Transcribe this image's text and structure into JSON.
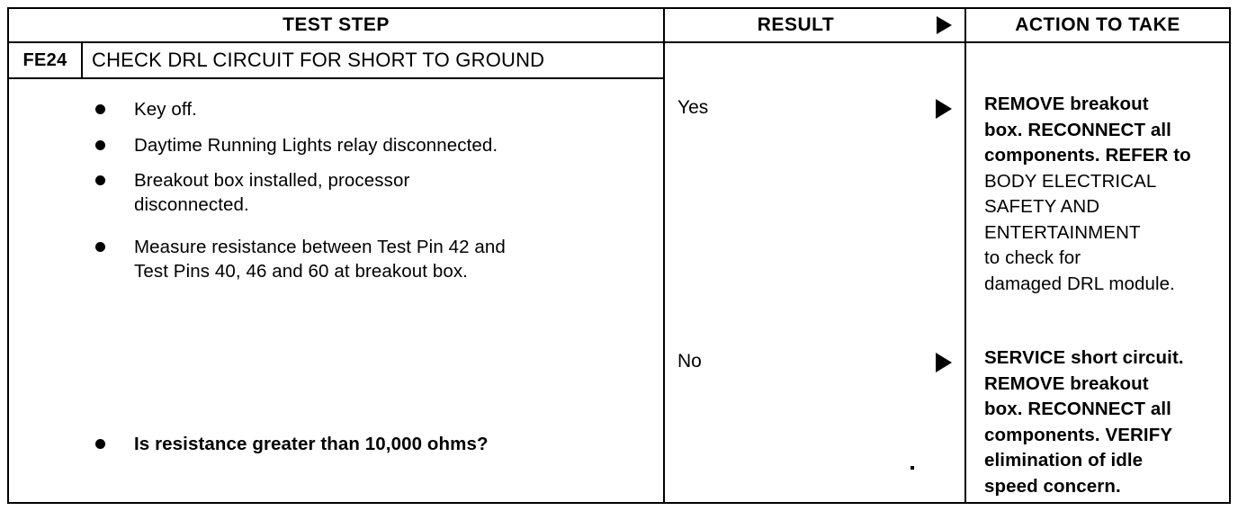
{
  "table": {
    "headers": {
      "test_step": "TEST STEP",
      "result": "RESULT",
      "action": "ACTION TO TAKE",
      "result_arrow_icon": "right-triangle-icon"
    },
    "step": {
      "code": "FE24",
      "title": "CHECK DRL CIRCUIT FOR SHORT TO GROUND",
      "bullets": [
        {
          "text": "Key off.",
          "bold": false
        },
        {
          "text": "Daytime Running Lights relay disconnected.",
          "bold": false
        },
        {
          "text": "Breakout box installed, processor\ndisconnected.",
          "bold": false
        },
        {
          "text": "Measure resistance between Test Pin 42 and\nTest Pins 40, 46 and 60 at breakout box.",
          "bold": false
        },
        {
          "text": "Is resistance greater than 10,000 ohms?",
          "bold": true
        }
      ]
    },
    "results": [
      {
        "label": "Yes",
        "arrow_icon": "right-triangle-icon"
      },
      {
        "label": "No",
        "arrow_icon": "right-triangle-icon"
      }
    ],
    "actions": [
      {
        "lines": [
          {
            "text": "REMOVE breakout",
            "bold": true
          },
          {
            "text": "box. RECONNECT all",
            "bold": true
          },
          {
            "text": "components. REFER to",
            "bold": false
          },
          {
            "text": "BODY ELECTRICAL",
            "bold": false
          },
          {
            "text": "SAFETY AND",
            "bold": false
          },
          {
            "text": "ENTERTAINMENT",
            "bold": false
          },
          {
            "text": "to check for",
            "bold": false
          },
          {
            "text": "damaged DRL module.",
            "bold": false
          }
        ]
      },
      {
        "lines": [
          {
            "text": "SERVICE short circuit.",
            "bold": true
          },
          {
            "text": "REMOVE breakout",
            "bold": true
          },
          {
            "text": "box. RECONNECT all",
            "bold": true
          },
          {
            "text": "components. VERIFY",
            "bold": true
          },
          {
            "text": "elimination of idle",
            "bold": true
          },
          {
            "text": "speed concern.",
            "bold": true
          }
        ]
      }
    ]
  },
  "colors": {
    "ink": "#000000",
    "paper": "#ffffff"
  }
}
